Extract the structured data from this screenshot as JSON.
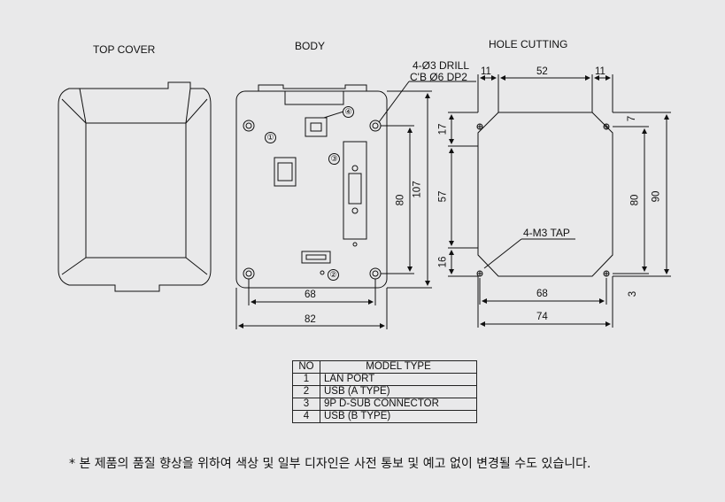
{
  "titles": {
    "top_cover": "TOP COVER",
    "body": "BODY",
    "hole_cutting": "HOLE CUTTING"
  },
  "callouts": {
    "drill_line1": "4-Ø3 DRILL",
    "drill_line2": "C'B Ø6 DP2",
    "tap": "4-M3 TAP"
  },
  "markers": [
    "①",
    "②",
    "③",
    "④"
  ],
  "body_dims": {
    "width_holes": "68",
    "width_total": "82",
    "height_holes": "80",
    "height_total": "107"
  },
  "hole_dims": {
    "top_left": "11",
    "top_mid": "52",
    "top_right": "11",
    "right_top": "7",
    "left_top": "17",
    "left_mid": "57",
    "left_bottom": "16",
    "right_inner": "80",
    "right_outer": "90",
    "bottom_inner": "68",
    "bottom_right": "3",
    "bottom_outer": "74"
  },
  "table": {
    "header": {
      "no": "NO",
      "type": "MODEL  TYPE"
    },
    "rows": [
      {
        "no": "1",
        "type": "LAN PORT"
      },
      {
        "no": "2",
        "type": "USB (A TYPE)"
      },
      {
        "no": "3",
        "type": "9P D-SUB CONNECTOR"
      },
      {
        "no": "4",
        "type": "USB (B TYPE)"
      }
    ]
  },
  "note": "* 본 제품의 품질 향상을 위하여 색상 및 일부 디자인은 사전 통보 및 예고 없이 변경될 수도 있습니다."
}
